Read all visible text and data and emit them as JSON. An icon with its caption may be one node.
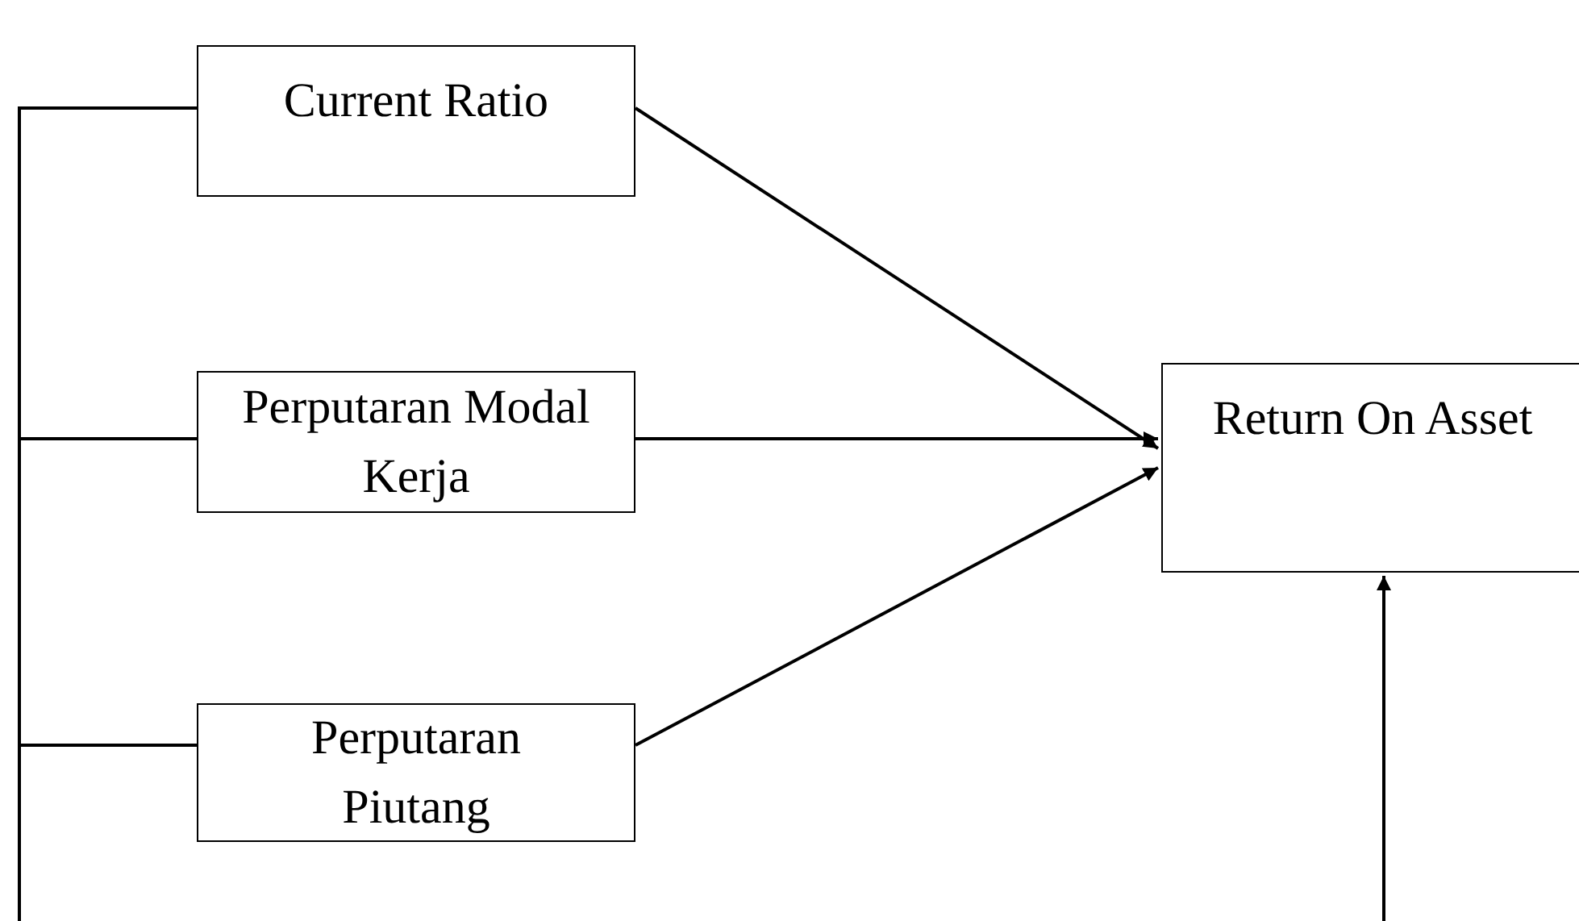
{
  "diagram": {
    "nodes": [
      {
        "text": [
          "Current Ratio"
        ]
      },
      {
        "text": [
          "Perputaran Modal Kerja"
        ]
      },
      {
        "text": [
          "Perputaran Piutang"
        ]
      },
      {
        "text": [
          "Return On Asset"
        ]
      }
    ],
    "edges": [
      {
        "from": 0,
        "to": 3,
        "arrow": "to"
      },
      {
        "from": 1,
        "to": 3,
        "arrow": "to"
      },
      {
        "from": 2,
        "to": 3,
        "arrow": "to"
      },
      {
        "from": 0,
        "to": null,
        "arrow": "none"
      },
      {
        "from": 1,
        "to": null,
        "arrow": "none"
      },
      {
        "from": 2,
        "to": null,
        "arrow": "none"
      },
      {
        "from": null,
        "to": 3,
        "arrow": "to"
      }
    ]
  }
}
